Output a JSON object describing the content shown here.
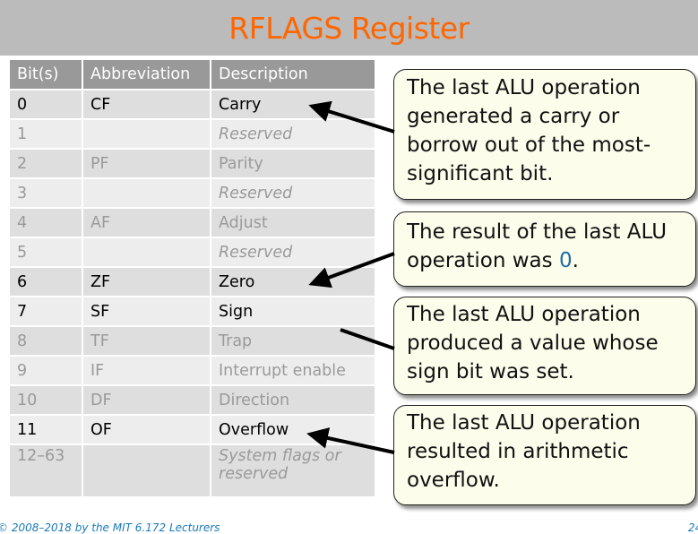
{
  "slide": {
    "title": "RFLAGS Register",
    "colors": {
      "title": "#ff6600",
      "title_bar": "#bbbbbb",
      "header_bg": "#999999",
      "callout_bg": "#fdfdec",
      "zero_highlight": "#1a6ea8",
      "footer": "#1a7ab8"
    }
  },
  "table": {
    "headers": [
      "Bit(s)",
      "Abbreviation",
      "Description"
    ],
    "rows": [
      {
        "bits": "0",
        "abbr": "CF",
        "desc": "Carry",
        "highlighted": true,
        "italic": false
      },
      {
        "bits": "1",
        "abbr": "",
        "desc": "Reserved",
        "highlighted": false,
        "italic": true
      },
      {
        "bits": "2",
        "abbr": "PF",
        "desc": "Parity",
        "highlighted": false,
        "italic": false
      },
      {
        "bits": "3",
        "abbr": "",
        "desc": "Reserved",
        "highlighted": false,
        "italic": true
      },
      {
        "bits": "4",
        "abbr": "AF",
        "desc": "Adjust",
        "highlighted": false,
        "italic": false
      },
      {
        "bits": "5",
        "abbr": "",
        "desc": "Reserved",
        "highlighted": false,
        "italic": true
      },
      {
        "bits": "6",
        "abbr": "ZF",
        "desc": "Zero",
        "highlighted": true,
        "italic": false
      },
      {
        "bits": "7",
        "abbr": "SF",
        "desc": "Sign",
        "highlighted": true,
        "italic": false
      },
      {
        "bits": "8",
        "abbr": "TF",
        "desc": "Trap",
        "highlighted": false,
        "italic": false
      },
      {
        "bits": "9",
        "abbr": "IF",
        "desc": "Interrupt enable",
        "highlighted": false,
        "italic": false
      },
      {
        "bits": "10",
        "abbr": "DF",
        "desc": "Direction",
        "highlighted": false,
        "italic": false
      },
      {
        "bits": "11",
        "abbr": "OF",
        "desc": "Overflow",
        "highlighted": true,
        "italic": false
      },
      {
        "bits": "12–63",
        "abbr": "",
        "desc": "System flags or reserved",
        "highlighted": false,
        "italic": true
      }
    ]
  },
  "callouts": {
    "carry": "The last ALU operation generated a carry or borrow out of the most-significant bit.",
    "zero_prefix": "The result of the last ALU operation was ",
    "zero_value": "0",
    "zero_suffix": ".",
    "sign": "The last ALU operation produced a value whose sign bit was set.",
    "overflow": "The last ALU operation resulted in arithmetic overflow."
  },
  "footer": {
    "copyright": "© 2008–2018 by the MIT 6.172 Lecturers",
    "page_number": "24"
  }
}
